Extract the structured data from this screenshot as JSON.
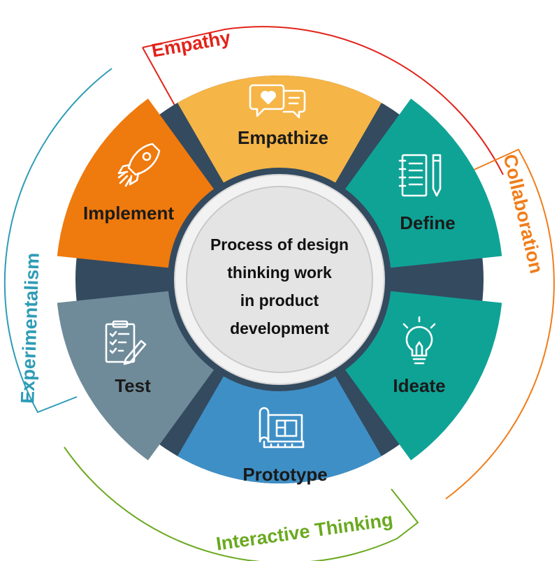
{
  "center": {
    "lines": [
      "Process of design",
      "thinking work",
      "in product",
      "development"
    ]
  },
  "segments": [
    {
      "id": "empathize",
      "label": "Empathize",
      "color": "#F5B547",
      "icon": "speech-bubbles-heart-icon"
    },
    {
      "id": "define",
      "label": "Define",
      "color": "#0FA396",
      "icon": "notepad-pen-icon"
    },
    {
      "id": "ideate",
      "label": "Ideate",
      "color": "#0FA396",
      "icon": "lightbulb-icon"
    },
    {
      "id": "prototype",
      "label": "Prototype",
      "color": "#3E8FC6",
      "icon": "blueprint-icon"
    },
    {
      "id": "test",
      "label": "Test",
      "color": "#6F8B9A",
      "icon": "checklist-clipboard-icon"
    },
    {
      "id": "implement",
      "label": "Implement",
      "color": "#EF7A0E",
      "icon": "rocket-icon"
    }
  ],
  "outer_labels": [
    {
      "id": "empathy",
      "label": "Empathy",
      "color": "#E2231A"
    },
    {
      "id": "collaboration",
      "label": "Collaboration",
      "color": "#F07D1A"
    },
    {
      "id": "interactive-thinking",
      "label": "Interactive Thinking",
      "color": "#6AA91F"
    },
    {
      "id": "experimentalism",
      "label": "Experimentalism",
      "color": "#2E9CB6"
    }
  ],
  "colors": {
    "dark_ring": "#344A5F",
    "center_fill": "#E4E4E4",
    "center_ring": "#F2F2F2"
  }
}
